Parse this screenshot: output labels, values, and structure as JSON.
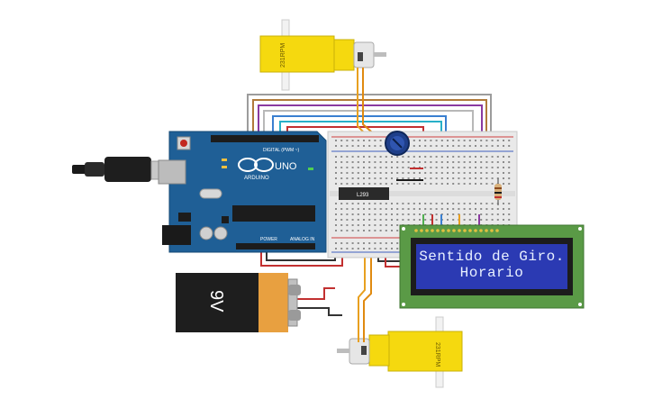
{
  "motor_top": {
    "label": "231RPM"
  },
  "motor_bottom": {
    "label": "231RPM"
  },
  "battery": {
    "label": "9V"
  },
  "arduino": {
    "brand": "ARDUINO",
    "model": "UNO",
    "digital_label": "DIGITAL (PWM ~)",
    "power_label": "POWER",
    "analog_label": "ANALOG IN"
  },
  "driver_ic": {
    "label": "L293"
  },
  "lcd": {
    "line1": "Sentido de Giro.",
    "line2": "Horario"
  },
  "colors": {
    "motor": "#f5d90f",
    "board": "#1f5f96",
    "breadboard": "#e9e9e9",
    "lcd_pcb": "#5a9a46",
    "lcd_screen": "#2b3ab3"
  }
}
